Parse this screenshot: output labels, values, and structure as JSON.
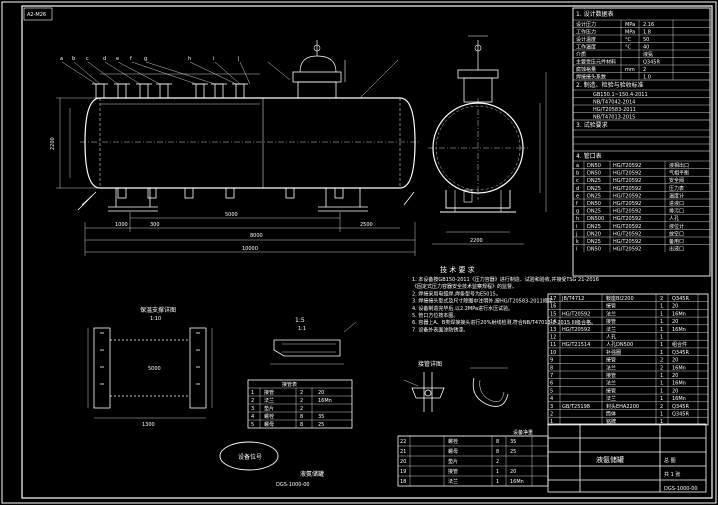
{
  "drawing": {
    "frame_stamp": "A2-M26",
    "overall_length": "10000",
    "shell_length": "8000",
    "shell_diameter": "2200",
    "saddle_span": "5000",
    "saddle_width": "300",
    "end_offset": "1000",
    "zone_right": "2500",
    "saddle_right": "2200",
    "lining_width": "1300",
    "lining_detail_dim": "5000"
  },
  "labels": {
    "tech_req_title": "技 术 要 求",
    "detail_title": "保温支撑详图",
    "detail_scale": "1:10",
    "part_title": "1:5",
    "part_scale": "1:1",
    "nozzle_detail_title": "接管详图",
    "oval_stamp": "设备位号",
    "weight_label": "设备净重",
    "bom_header_right": "总 图",
    "drawing_no": "DGS-1000-00",
    "part_table_title": "接管表",
    "project_title": "液氨储罐",
    "sheet": "共 1 张"
  },
  "notes": [
    "1. 本设备按GB150-2011《压力容器》进行制造、试验和验收,并接受TSG 21-2016",
    "   《固定式压力容器安全技术监察规程》的监督。",
    "2. 焊接采用电弧焊,焊条型号为E5015。",
    "3. 焊接接头型式及尺寸除图中注明外,按HG/T20583-2011规定。",
    "4. 设备制造完毕后,以2.2MPa进行水压试验。",
    "5. 管口方位按本图。",
    "6. 容器上A、B类焊接接头进行20%射线检测,符合NB/T47013.2-2015 III级合格。",
    "7. 设备外表面涂防锈漆。"
  ],
  "nozzles_top": [
    "a",
    "b",
    "c",
    "d",
    "e",
    "f",
    "g",
    "h",
    "i",
    "j"
  ],
  "design_data": {
    "title": "1. 设计数据表",
    "rows": [
      [
        "设计压力",
        "MPa",
        "2.16"
      ],
      [
        "工作压力",
        "MPa",
        "1.8"
      ],
      [
        "设计温度",
        "°C",
        "50"
      ],
      [
        "工作温度",
        "°C",
        "40"
      ],
      [
        "介质",
        "",
        "液氨"
      ],
      [
        "主要受压元件材料",
        "",
        "Q345R"
      ],
      [
        "腐蚀裕量",
        "mm",
        "2"
      ],
      [
        "焊接接头系数",
        "",
        "1.0"
      ]
    ]
  },
  "spec_title": "2. 制造、检验与验收标准",
  "spec_lines": [
    "GB150.1~150.4-2011",
    "NB/T47042-2014",
    "HG/T20583-2011",
    "NB/T47013-2015"
  ],
  "test_title": "3. 试验要求",
  "nozzle_table_title": "4. 管口表",
  "nozzle_rows": [
    [
      "a",
      "DN50",
      "HG/T20592",
      "液相出口"
    ],
    [
      "b",
      "DN50",
      "HG/T20592",
      "气相平衡"
    ],
    [
      "c",
      "DN25",
      "HG/T20592",
      "安全阀"
    ],
    [
      "d",
      "DN25",
      "HG/T20592",
      "压力表"
    ],
    [
      "e",
      "DN25",
      "HG/T20592",
      "温度计"
    ],
    [
      "f",
      "DN50",
      "HG/T20592",
      "进液口"
    ],
    [
      "g",
      "DN25",
      "HG/T20592",
      "排污口"
    ],
    [
      "h",
      "DN500",
      "HG/T20592",
      "人孔"
    ],
    [
      "i",
      "DN25",
      "HG/T20592",
      "液位计"
    ],
    [
      "j",
      "DN20",
      "HG/T20592",
      "放空口"
    ],
    [
      "k",
      "DN25",
      "HG/T20592",
      "备用口"
    ],
    [
      "l",
      "DN50",
      "HG/T20592",
      "出液口"
    ]
  ],
  "bom_rows": [
    [
      "17",
      "JB/T4712",
      "鞍座BI2200",
      "2",
      "Q345R"
    ],
    [
      "16",
      "",
      "接管",
      "1",
      "20"
    ],
    [
      "15",
      "HG/T20592",
      "法兰",
      "1",
      "16Mn"
    ],
    [
      "14",
      "",
      "接管",
      "1",
      "20"
    ],
    [
      "13",
      "HG/T20592",
      "法兰",
      "1",
      "16Mn"
    ],
    [
      "12",
      "",
      "人孔",
      "1",
      ""
    ],
    [
      "11",
      "HG/T21514",
      "人孔DN500",
      "1",
      "组合件"
    ],
    [
      "10",
      "",
      "补强圈",
      "1",
      "Q345R"
    ],
    [
      "9",
      "",
      "接管",
      "2",
      "20"
    ],
    [
      "8",
      "",
      "法兰",
      "2",
      "16Mn"
    ],
    [
      "7",
      "",
      "接管",
      "1",
      "20"
    ],
    [
      "6",
      "",
      "法兰",
      "1",
      "16Mn"
    ],
    [
      "5",
      "",
      "接管",
      "1",
      "20"
    ],
    [
      "4",
      "",
      "法兰",
      "1",
      "16Mn"
    ],
    [
      "3",
      "GB/T25198",
      "封头EHA2200",
      "2",
      "Q345R"
    ],
    [
      "2",
      "",
      "筒体",
      "1",
      "Q345R"
    ],
    [
      "1",
      "",
      "铭牌",
      "1",
      ""
    ]
  ],
  "bottom_bom": [
    [
      "22",
      "",
      "螺栓",
      "8",
      "35"
    ],
    [
      "21",
      "",
      "螺母",
      "8",
      "25"
    ],
    [
      "20",
      "",
      "垫片",
      "2",
      ""
    ],
    [
      "19",
      "",
      "接管",
      "1",
      "20"
    ],
    [
      "18",
      "",
      "法兰",
      "1",
      "16Mn"
    ]
  ],
  "part_table": [
    [
      "1",
      "接管",
      "2",
      "20"
    ],
    [
      "2",
      "法兰",
      "2",
      "16Mn"
    ],
    [
      "3",
      "垫片",
      "2",
      ""
    ],
    [
      "4",
      "螺栓",
      "8",
      "35"
    ],
    [
      "5",
      "螺母",
      "8",
      "25"
    ]
  ]
}
